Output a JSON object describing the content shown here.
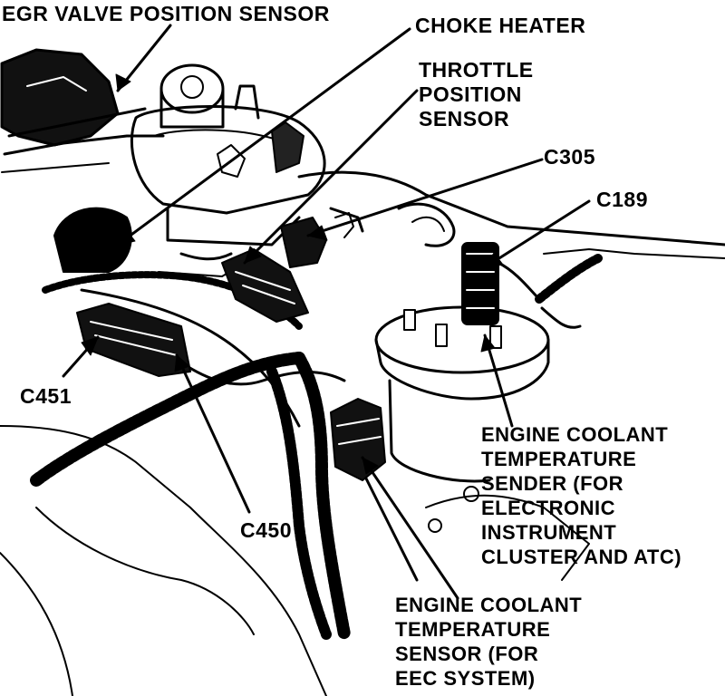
{
  "diagram": {
    "labels": {
      "egr": "EGR VALVE POSITION SENSOR",
      "choke": "CHOKE HEATER",
      "throttle": [
        "THROTTLE",
        "POSITION",
        "SENSOR"
      ],
      "c305": "C305",
      "c189": "C189",
      "c451": "C451",
      "c450": "C450",
      "sender": [
        "ENGINE COOLANT",
        "TEMPERATURE",
        "SENDER (FOR",
        "ELECTRONIC",
        "INSTRUMENT",
        "CLUSTER AND ATC)"
      ],
      "sensor": [
        "ENGINE COOLANT",
        "TEMPERATURE",
        "SENSOR (FOR",
        "EEC SYSTEM)"
      ]
    }
  }
}
